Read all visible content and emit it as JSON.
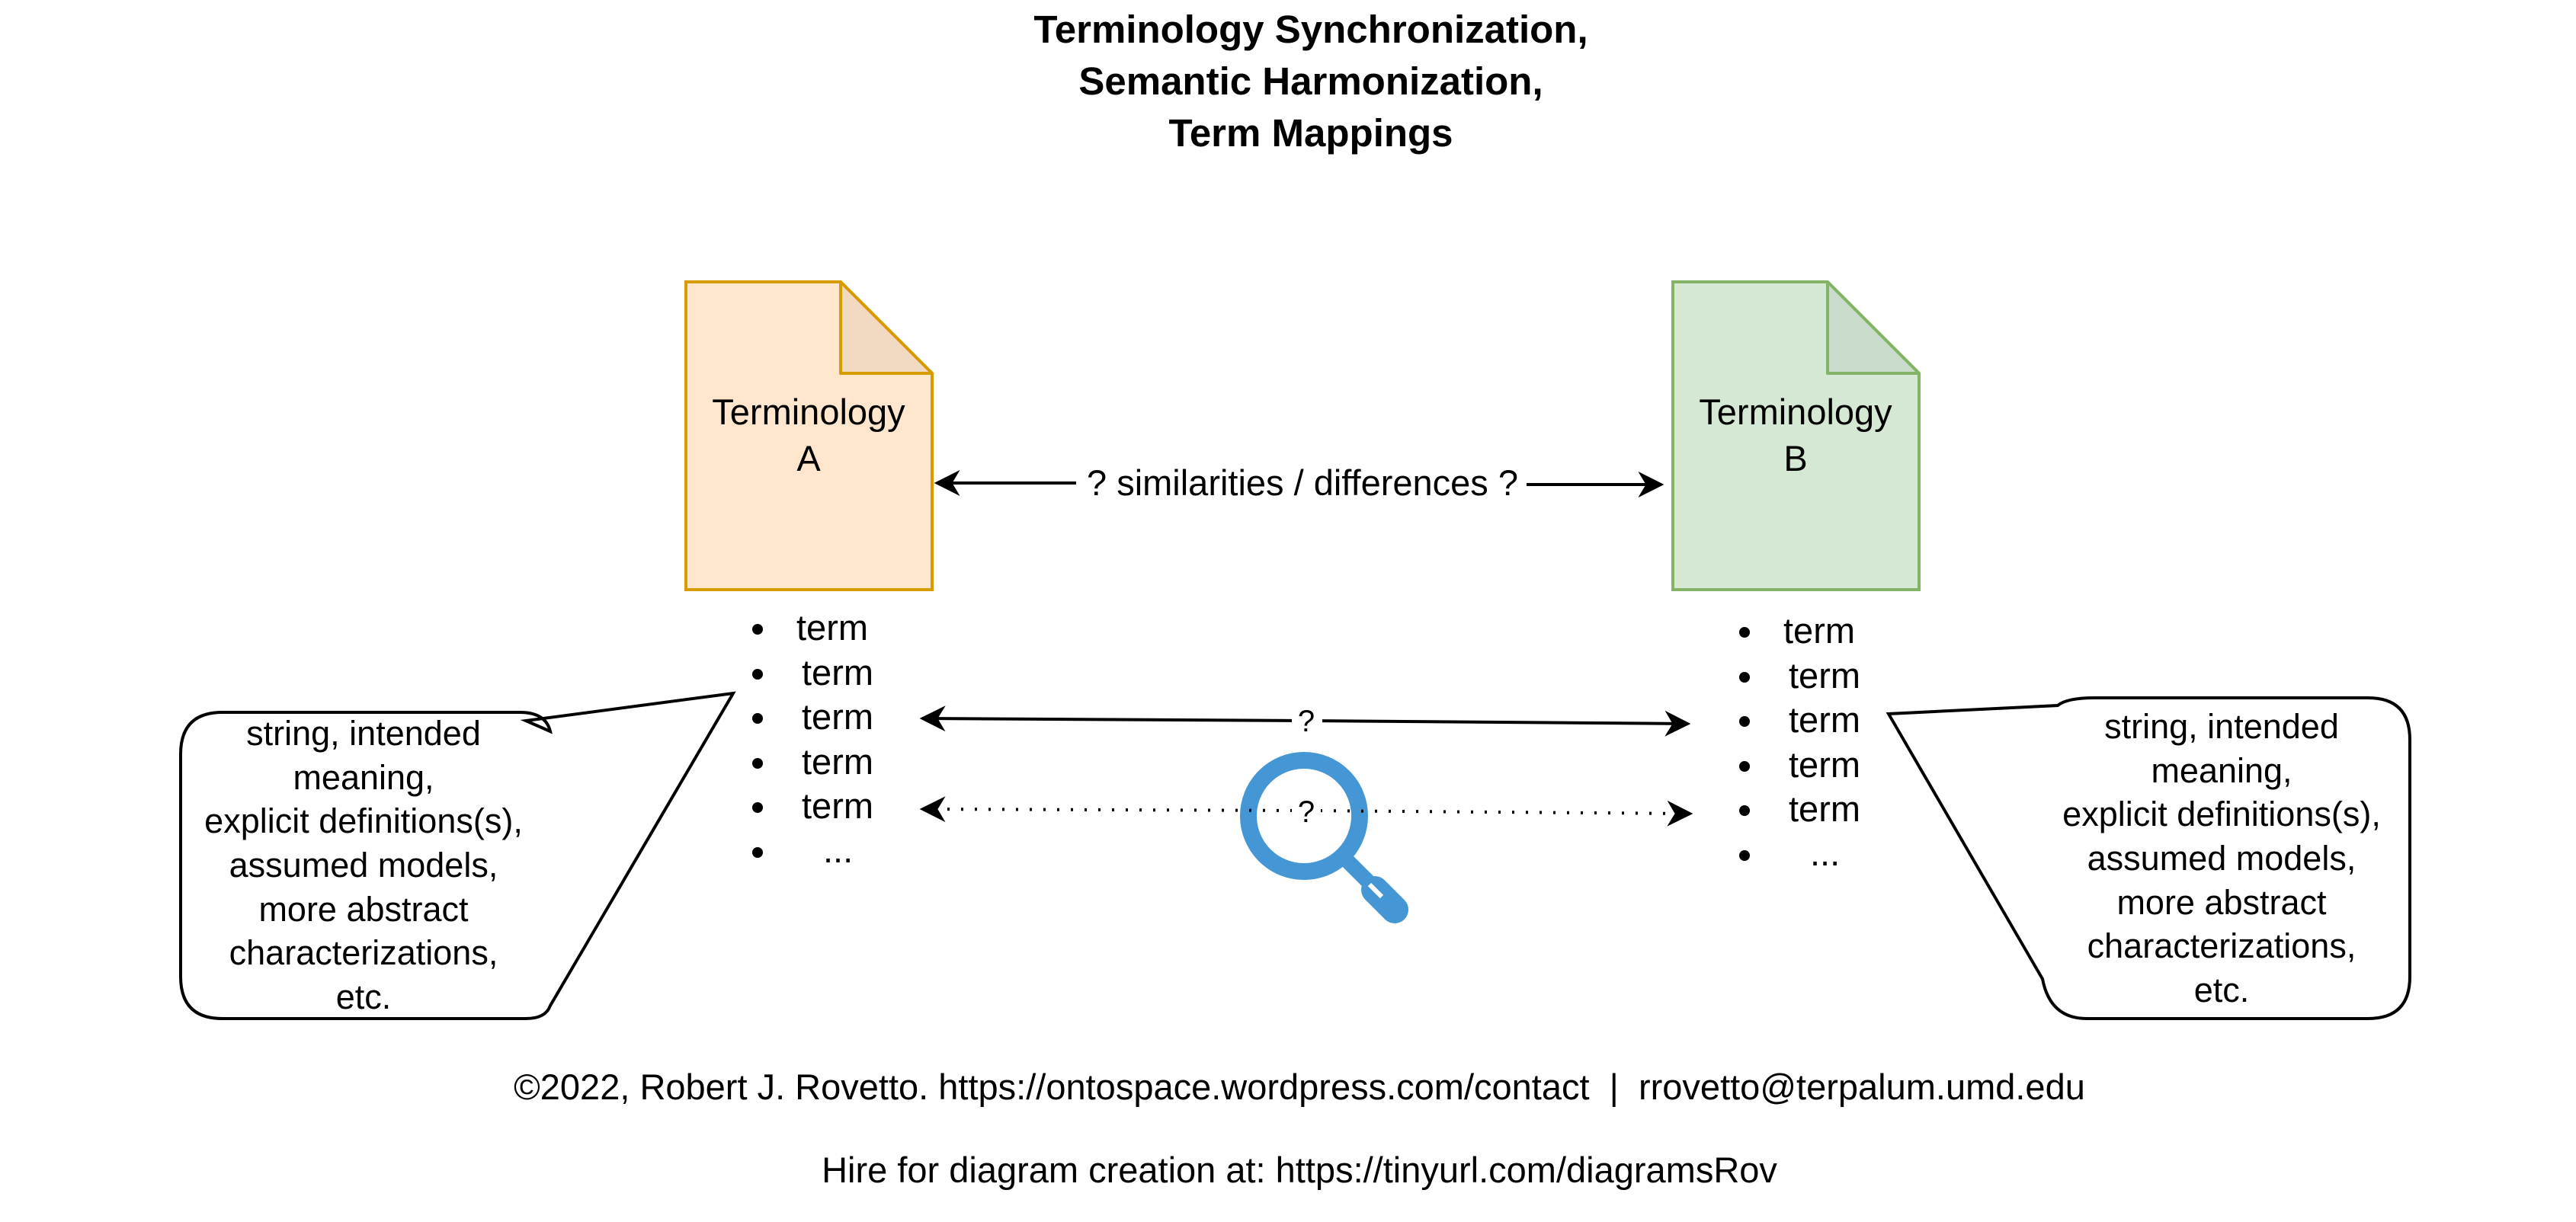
{
  "title": {
    "lines": [
      "Terminology Synchronization,",
      "Semantic Harmonization,",
      "Term Mappings"
    ]
  },
  "doc_a": {
    "lines": [
      "Terminology",
      "A"
    ],
    "fill": "#ffe6cc",
    "stroke": "#d79b00",
    "fold_fill": "#f2d9c1"
  },
  "doc_b": {
    "lines": [
      "Terminology",
      "B"
    ],
    "fill": "#d5e8d4",
    "stroke": "#82b366",
    "fold_fill": "#cadccb"
  },
  "relation_label": "? similarities / differences ?",
  "mapping_labels": {
    "solid": "?",
    "dotted": "?"
  },
  "list_a": [
    "term",
    "term",
    "term",
    "term",
    "term",
    "..."
  ],
  "list_b": [
    "term",
    "term",
    "term",
    "term",
    "term",
    "..."
  ],
  "callout_a": {
    "lines": [
      "string, intended",
      "meaning,",
      "explicit definitions(s),",
      "assumed models,",
      "more abstract",
      "characterizations,",
      "etc."
    ]
  },
  "callout_b": {
    "lines": [
      "string, intended",
      "meaning,",
      "explicit definitions(s),",
      "assumed models,",
      "more abstract",
      "characterizations,",
      "etc."
    ]
  },
  "magnifier": {
    "icon": "magnifying-glass-icon",
    "color": "#4596d4"
  },
  "footer": {
    "copyright": "©2022, Robert J. Rovetto. https://ontospace.wordpress.com/contact  |  rrovetto@terpalum.umd.edu",
    "hire": "Hire for diagram creation at: https://tinyurl.com/diagramsRov"
  }
}
